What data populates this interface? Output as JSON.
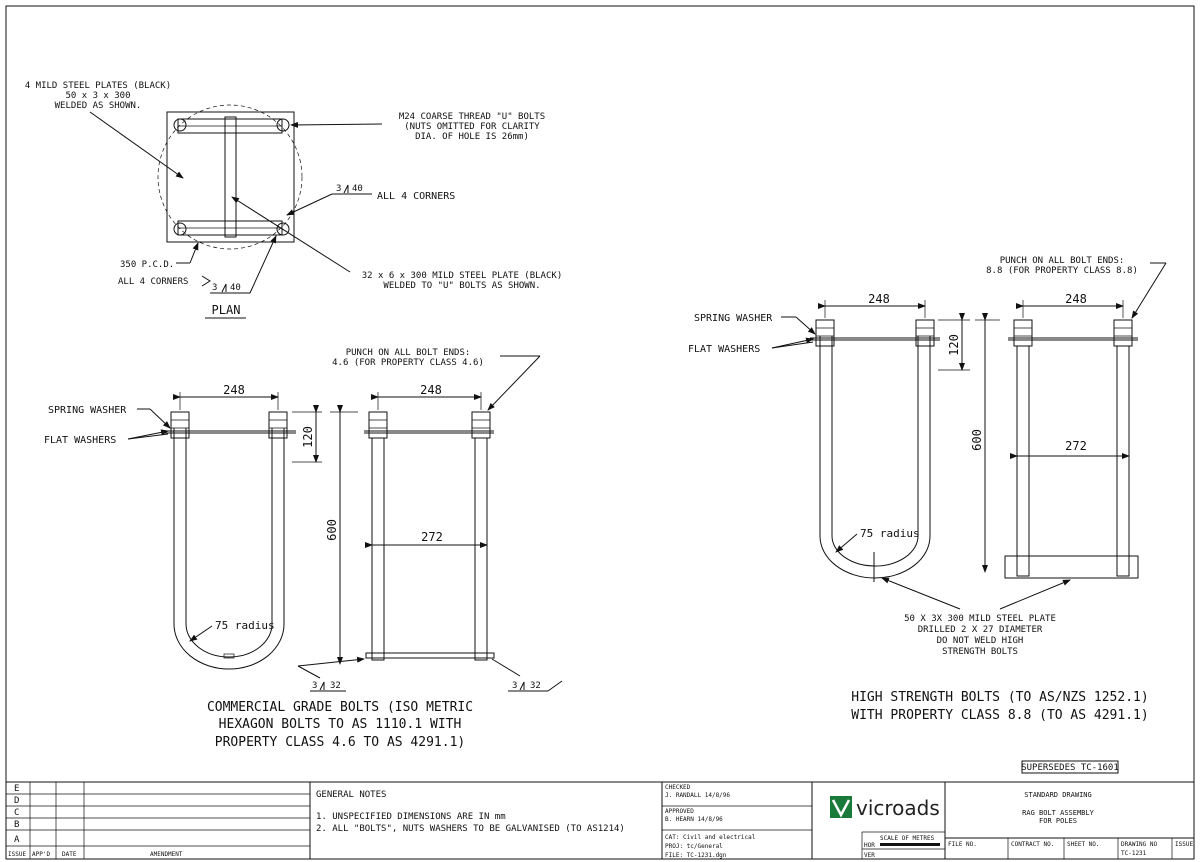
{
  "plan": {
    "title": "PLAN",
    "steel_plates_note": [
      "4 MILD STEEL PLATES (BLACK)",
      "50 x 3 x 300",
      "WELDED AS SHOWN."
    ],
    "u_bolts_note": [
      "M24 COARSE THREAD \"U\" BOLTS",
      "(NUTS OMITTED FOR CLARITY",
      "DIA. OF HOLE IS 26mm)"
    ],
    "corners_weld_right": "ALL 4 CORNERS",
    "weld_spec_right": [
      "3",
      "40"
    ],
    "pcd_label": "350 P.C.D.",
    "corners_weld_left": "ALL 4 CORNERS",
    "weld_spec_left": [
      "3",
      "40"
    ],
    "center_plate_note": [
      "32 x 6 x 300 MILD STEEL PLATE (BLACK)",
      "WELDED TO \"U\" BOLTS AS SHOWN."
    ]
  },
  "commercial": {
    "punch_note": [
      "PUNCH ON ALL BOLT ENDS:",
      "4.6 (FOR PROPERTY CLASS 4.6)"
    ],
    "spring_washer": "SPRING WASHER",
    "flat_washers": "FLAT WASHERS",
    "dim_width_left": "248",
    "dim_width_right": "248",
    "dim_120": "120",
    "dim_600": "600",
    "dim_272": "272",
    "radius": "75 radius",
    "weld_left": [
      "3",
      "32"
    ],
    "weld_right": [
      "3",
      "32"
    ],
    "caption": [
      "COMMERCIAL GRADE BOLTS (ISO METRIC",
      "HEXAGON BOLTS TO AS 1110.1 WITH",
      "PROPERTY CLASS 4.6 TO AS 4291.1)"
    ]
  },
  "high_strength": {
    "punch_note": [
      "PUNCH ON ALL BOLT ENDS:",
      "8.8 (FOR PROPERTY CLASS 8.8)"
    ],
    "spring_washer": "SPRING WASHER",
    "flat_washers": "FLAT WASHERS",
    "dim_width_left": "248",
    "dim_width_right": "248",
    "dim_120": "120",
    "dim_600": "600",
    "dim_272": "272",
    "radius": "75 radius",
    "plate_note": [
      "50 X 3X 300 MILD STEEL PLATE",
      "DRILLED 2 X 27 DIAMETER",
      "DO NOT WELD HIGH",
      "STRENGTH BOLTS"
    ],
    "caption": [
      "HIGH STRENGTH BOLTS (TO AS/NZS 1252.1)",
      "WITH PROPERTY CLASS 8.8 (TO AS 4291.1)"
    ]
  },
  "supersedes": "SUPERSEDES TC-1601",
  "title_block": {
    "issues": [
      "E",
      "D",
      "C",
      "B",
      "A"
    ],
    "col_headers": [
      "ISSUE",
      "APP'D",
      "DATE",
      "AMENDMENT"
    ],
    "general_notes_title": "GENERAL NOTES",
    "general_notes": [
      "1. UNSPECIFIED DIMENSIONS ARE IN mm",
      "2. ALL \"BOLTS\", NUTS WASHERS TO BE GALVANISED (TO AS1214)"
    ],
    "checked_label": "CHECKED",
    "checked_by": "J. RANDALL 14/8/96",
    "approved_label": "APPROVED",
    "approved_by": "B. HEARN 14/8/96",
    "cat": "CAT: Civil and electrical",
    "proj": "PROJ: tc/General",
    "file": "FILE: TC-1231.dgn",
    "logo_text": "vicroads",
    "scale_label": "SCALE OF METRES",
    "hor": "HOR",
    "ver": "VER",
    "std_drawing": "STANDARD DRAWING",
    "drawing_title": [
      "RAG BOLT ASSEMBLY",
      "FOR POLES"
    ],
    "bottom_cells": [
      "FILE NO.",
      "CONTRACT NO.",
      "SHEET NO.",
      "DRAWING NO",
      "ISSUE"
    ],
    "drawing_no": "TC-1231",
    "brand_color": "#1a7a3a"
  }
}
